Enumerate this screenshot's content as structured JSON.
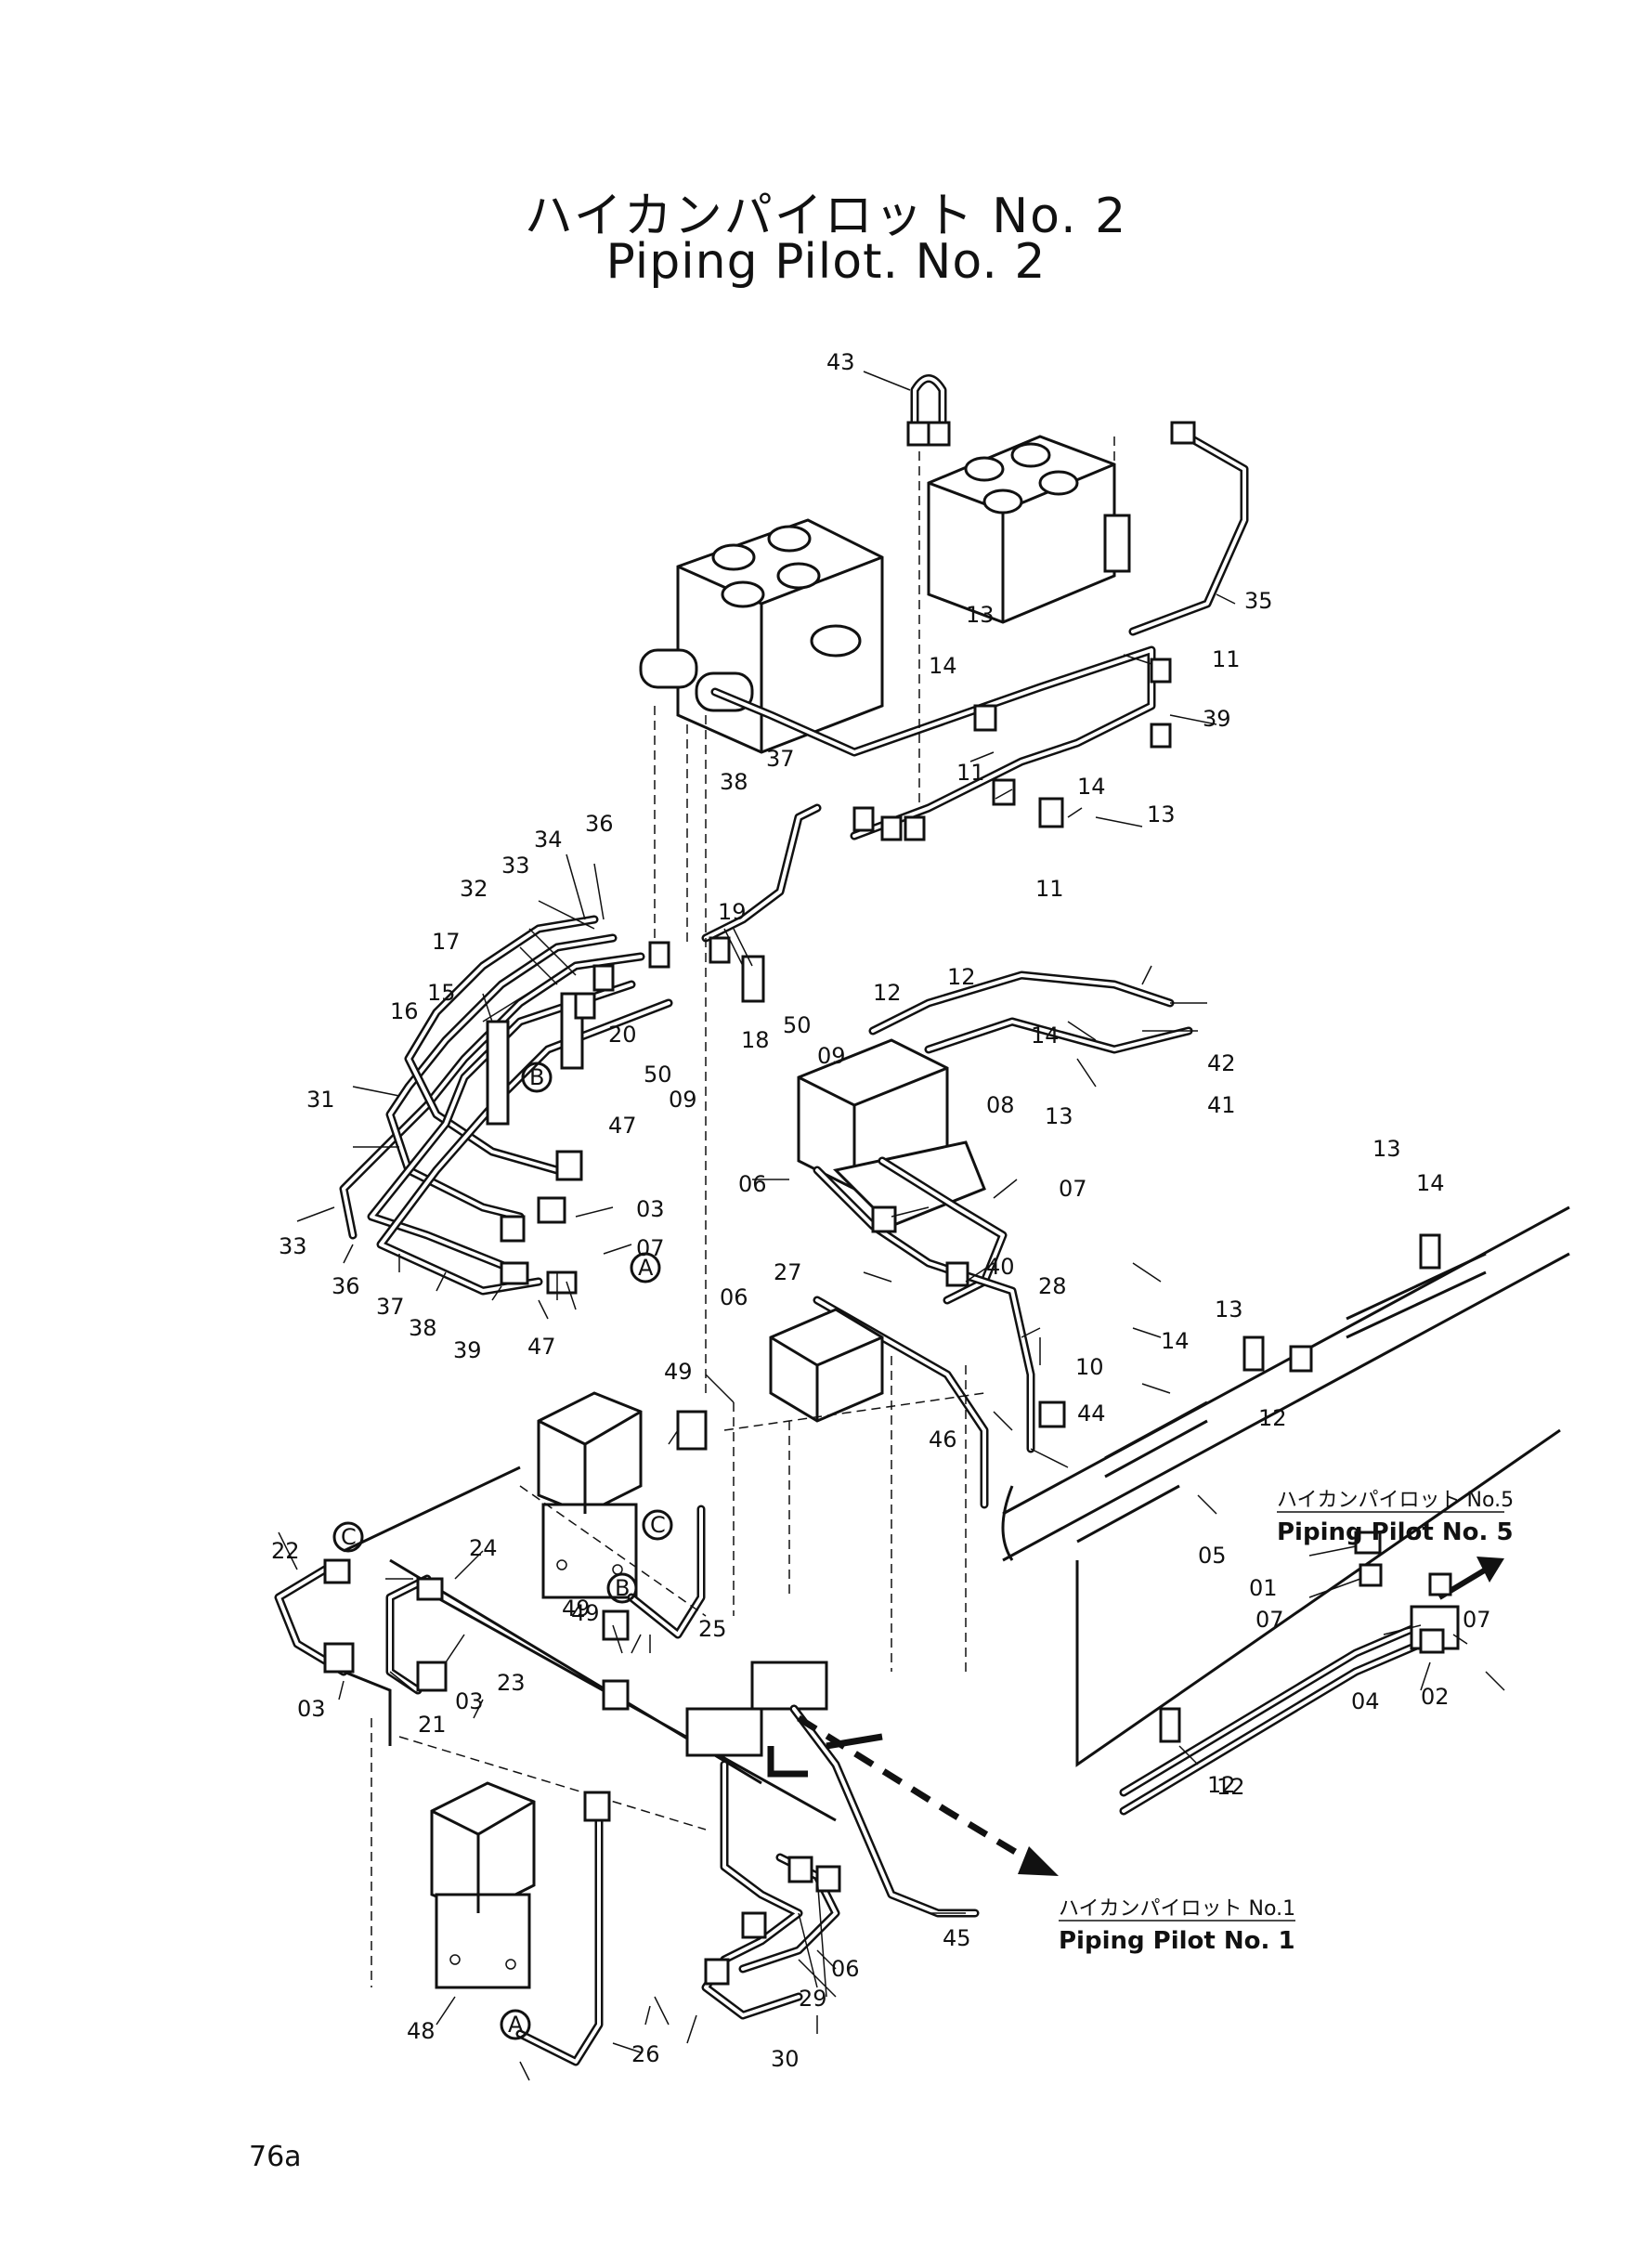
{
  "title": {
    "japanese": "ハイカンパイロット No. 2",
    "english": "Piping Pilot. No. 2"
  },
  "part_labels": [
    "43",
    "35",
    "13",
    "14",
    "11",
    "39",
    "37",
    "38",
    "11",
    "14",
    "13",
    "11",
    "36",
    "34",
    "33",
    "19",
    "32",
    "17",
    "15",
    "12",
    "18",
    "50",
    "09",
    "42",
    "16",
    "20",
    "12",
    "41",
    "14",
    "13",
    "31",
    "50",
    "09",
    "08",
    "47",
    "06",
    "07",
    "03",
    "13",
    "14",
    "07",
    "33",
    "27",
    "28",
    "13",
    "14",
    "36",
    "37",
    "38",
    "39",
    "47",
    "06",
    "10",
    "12",
    "40",
    "49",
    "46",
    "44",
    "12",
    "22",
    "24",
    "25",
    "49",
    "03",
    "21",
    "03",
    "23",
    "49",
    "05",
    "01",
    "07",
    "07",
    "04",
    "02",
    "12",
    "45",
    "06",
    "29",
    "48",
    "26",
    "30"
  ],
  "circled_markers": [
    "B",
    "B",
    "A",
    "C",
    "C",
    "A"
  ],
  "references": {
    "pilot_no5": {
      "japanese": "ハイカンパイロット No.5",
      "english": "Piping Pilot No. 5"
    },
    "pilot_no1": {
      "japanese": "ハイカンパイロット No.1",
      "english": "Piping Pilot No. 1"
    }
  },
  "page_number": "76a"
}
